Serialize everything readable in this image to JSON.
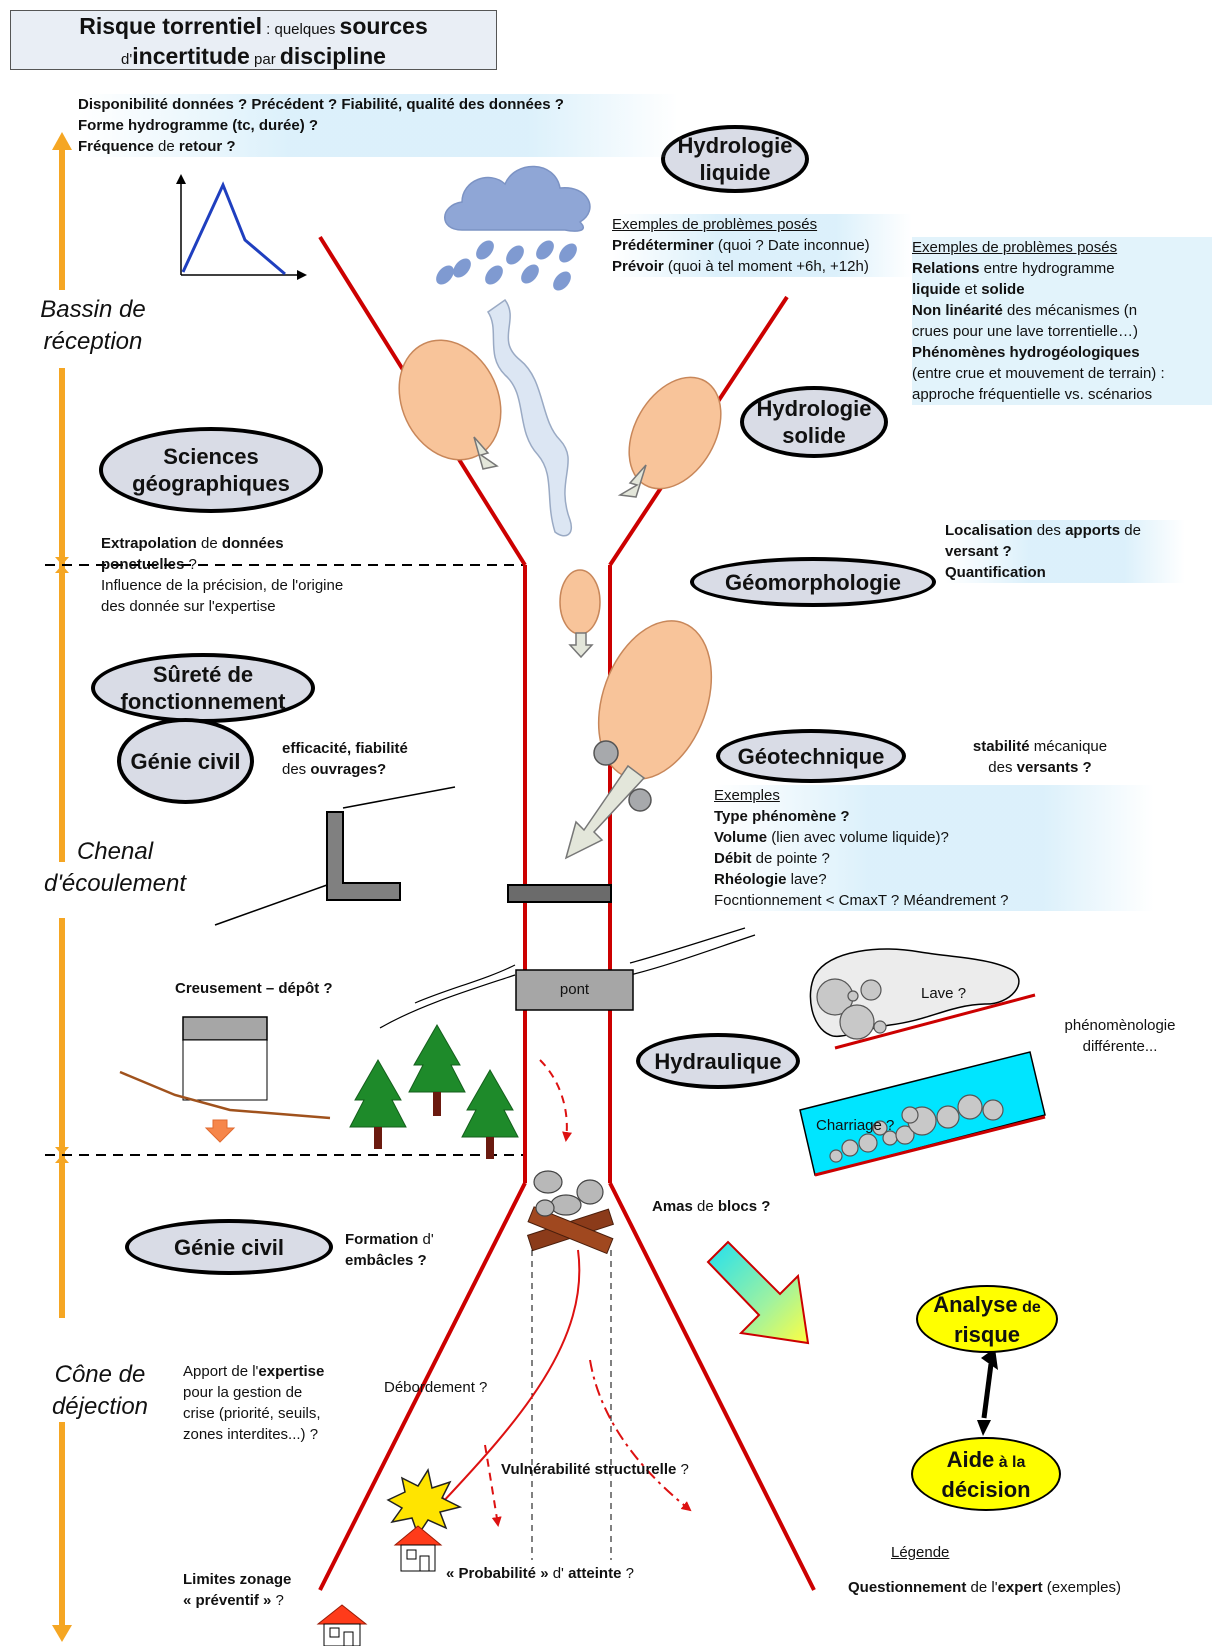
{
  "title": {
    "w1": "Risque torrentiel",
    "w2": " : quelques ",
    "w3": "sources",
    "w4": "d'",
    "w5": "incertitude",
    "w6": " par ",
    "w7": "discipline"
  },
  "zones": {
    "bassin_1": "Bassin de",
    "bassin_2": "réception",
    "chenal_1": "Chenal",
    "chenal_2": "d'écoulement",
    "cone_1": "Cône de",
    "cone_2": "déjection"
  },
  "disciplines": {
    "hydro_liquide_1": "Hydrologie",
    "hydro_liquide_2": "liquide",
    "hydro_solide_1": "Hydrologie",
    "hydro_solide_2": "solide",
    "sciences_geo_1": "Sciences",
    "sciences_geo_2": "géographiques",
    "geomorphologie": "Géomorphologie",
    "surete_1": "Sûreté de",
    "surete_2": "fonctionnement",
    "genie_civil_1": "Génie civil",
    "geotechnique": "Géotechnique",
    "hydraulique": "Hydraulique",
    "genie_civil_2": "Génie civil"
  },
  "hydro_top": {
    "l1a": "Disponibilité données ? Précédent ? Fiabilité, qualité des données ?",
    "l2a": "Forme hydrogramme (tc, durée) ?",
    "l3a": "Fréquence",
    "l3b": " de ",
    "l3c": "retour ?"
  },
  "hyd_liq_box": {
    "heading": "Exemples de problèmes posés",
    "l1a": "Prédéterminer",
    "l1b": " (quoi ? Date inconnue)",
    "l2a": "Prévoir",
    "l2b": " (quoi à tel moment +6h, +12h)"
  },
  "hyd_sol_box": {
    "heading": "Exemples de problèmes posés",
    "l1a": "Relations",
    "l1b": " entre hydrogramme",
    "l2a": "liquide",
    "l2b": " et ",
    "l2c": "solide",
    "l3a": "Non linéarité",
    "l3b": " des mécanismes (n",
    "l4": "crues pour une lave torrentielle…)",
    "l5": "Phénomènes hydrogéologiques",
    "l6": "(entre crue et mouvement de terrain) :",
    "l7": "approche fréquentielle vs. scénarios"
  },
  "geomorph_box": {
    "l1a": "Localisation",
    "l1b": " des ",
    "l1c": "apports",
    "l1d": " de",
    "l2": "versant ?",
    "l3": "Quantification"
  },
  "extrapolation": {
    "l1a": "Extrapolation",
    "l1b": " de  ",
    "l1c": "données",
    "l2a": "ponctuelles",
    "l2b": " ?",
    "l3": "Influence de la précision, de l'origine",
    "l4": "des donnée sur l'expertise"
  },
  "efficacite": {
    "l1": "efficacité, fiabilité",
    "l2a": "des ",
    "l2b": "ouvrages?"
  },
  "stabilite": {
    "l1a": "stabilité",
    "l1b": " mécanique",
    "l2a": "des ",
    "l2b": "versants ?"
  },
  "geotech_box": {
    "heading": "Exemples",
    "l1": "Type phénomène ?",
    "l2a": "Volume",
    "l2b": " (lien avec volume liquide)?",
    "l3a": "Débit",
    "l3b": " de pointe ?",
    "l4a": "Rhéologie",
    "l4b": " lave?",
    "l5": "Focntionnement < CmaxT ? Méandrement ?"
  },
  "creusement": "Creusement – dépôt ?",
  "pont": "pont",
  "lave": "Lave ?",
  "phenomeno": {
    "l1": "phénomènologie",
    "l2": "différente..."
  },
  "charriage": "Charriage ?",
  "amas": {
    "a": "Amas",
    "b": " de ",
    "c": "blocs ?"
  },
  "formation": {
    "l1a": "Formation",
    "l1b": " d'",
    "l2": "embâcles ?"
  },
  "analyse": {
    "a": "Analyse",
    "b": " de",
    "c": "risque"
  },
  "aide": {
    "a": "Aide",
    "b": " à la",
    "c": "décision"
  },
  "apport": {
    "l1a": "Apport de l'",
    "l1b": "expertise",
    "l2": "pour la gestion de",
    "l3": "crise (priorité, seuils,",
    "l4": "zones interdites...) ?"
  },
  "debordement": "Débordement ?",
  "vulnerabilite": {
    "a": "Vulnérabilité structurelle",
    "b": "  ?"
  },
  "probabilite": {
    "a": "« Probabilité »",
    "b": " d' ",
    "c": "atteinte",
    "d": " ?"
  },
  "limites": {
    "l1": "Limites zonage",
    "l2a": "« préventif »",
    "l2b": " ?"
  },
  "legende": {
    "heading": "Légende",
    "a": "Questionnement",
    "b": "  de l'",
    "c": "expert",
    "d": " (exemples)"
  },
  "colors": {
    "torrent": "#cc0000",
    "orange_axis": "#f5a623",
    "oval_fill": "#d9dce6",
    "deposit": "#f8c49a",
    "yellow": "#ffff00",
    "cyan": "#22e0f0",
    "trees": "#1e8a2a"
  }
}
